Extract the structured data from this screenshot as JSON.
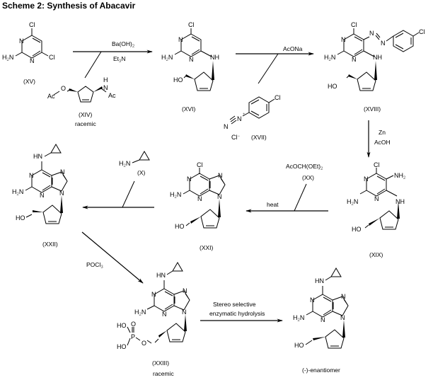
{
  "title": "Scheme 2: Synthesis of Abacavir",
  "compounds": {
    "XV": {
      "label": "(XV)"
    },
    "XIV": {
      "label": "(XIV)",
      "note": "racemic"
    },
    "XVI": {
      "label": "(XVI)"
    },
    "XVII": {
      "label": "(XVII)",
      "counterion": "Cl"
    },
    "XVIII": {
      "label": "(XVIII)"
    },
    "XIX": {
      "label": "(XIX)"
    },
    "XX": {
      "label": "(XX)"
    },
    "XXI": {
      "label": "(XXI)"
    },
    "X": {
      "label": "(X)"
    },
    "XXII": {
      "label": "(XXII)"
    },
    "XXIII": {
      "label": "(XXIII)",
      "note": "racemic"
    },
    "final": {
      "label": "(-)-enantiomer"
    }
  },
  "reagents": {
    "step1_top": "Ba(OH)",
    "step1_top_sub": "2",
    "step1_bottom": "Et",
    "step1_bottom_sub": "3",
    "step1_bottom_tail": "N",
    "step2": "AcONa",
    "step3_a": "Zn",
    "step3_b": "AcOH",
    "step4_reagent": "AcOCH(OEt)",
    "step4_reagent_sub": "2",
    "step4_condition": "heat",
    "step6": "POCl",
    "step6_sub": "3",
    "step7_line1": "Stereo selective",
    "step7_line2": "enzymatic hydrolysis"
  },
  "atoms": {
    "Cl": "Cl",
    "N": "N",
    "NH": "NH",
    "HN": "HN",
    "H2N_H": "H",
    "H2N_N": "N",
    "two": "2",
    "HO": "HO",
    "O": "O",
    "Ac": "Ac",
    "H": "H",
    "P": "P",
    "NH2_N": "NH",
    "plus": "+",
    "minus": "−"
  }
}
